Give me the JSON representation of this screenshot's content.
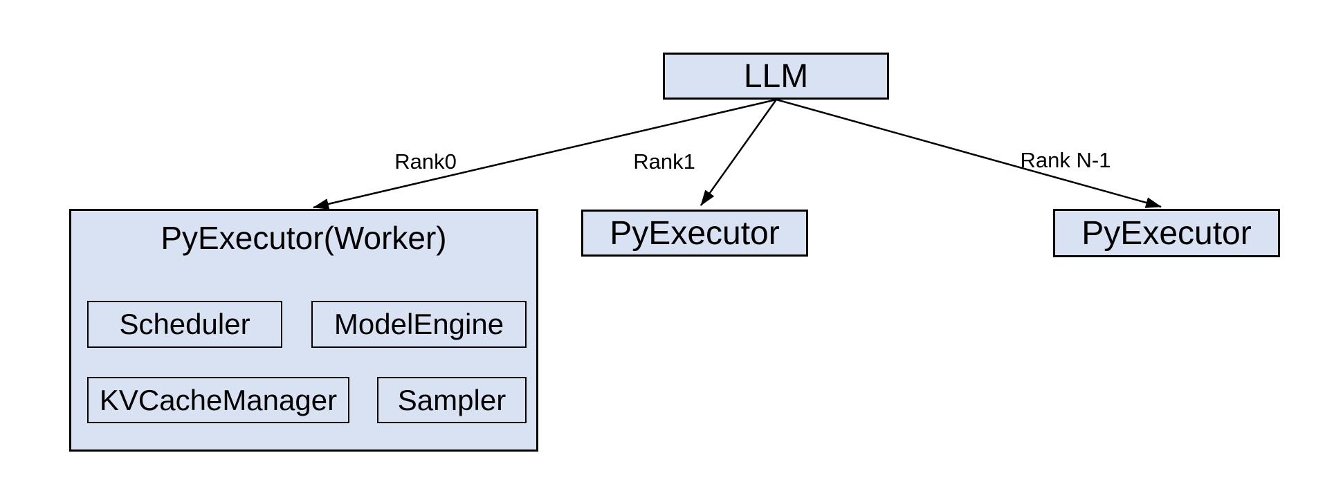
{
  "colors": {
    "background": "#ffffff",
    "node_fill": "#d9e2f3",
    "node_border": "#000000",
    "arrow": "#000000",
    "text": "#000000"
  },
  "nodes": {
    "llm": {
      "label": "LLM"
    },
    "worker": {
      "title": "PyExecutor(Worker)",
      "components": {
        "scheduler": {
          "label": "Scheduler"
        },
        "model_engine": {
          "label": "ModelEngine"
        },
        "kv_cache_manager": {
          "label": "KVCacheManager"
        },
        "sampler": {
          "label": "Sampler"
        }
      }
    },
    "py_executor_rank1": {
      "label": "PyExecutor"
    },
    "py_executor_rank_n": {
      "label": "PyExecutor"
    }
  },
  "edges": {
    "rank0": {
      "label": "Rank0"
    },
    "rank1": {
      "label": "Rank1"
    },
    "rank_n": {
      "label": "Rank N-1"
    }
  }
}
